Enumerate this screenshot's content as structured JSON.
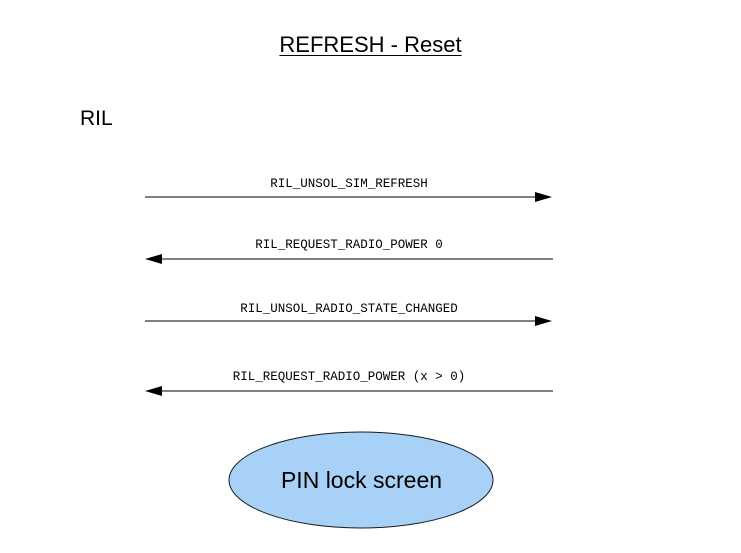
{
  "title": "REFRESH - Reset",
  "actor": "RIL",
  "messages": [
    {
      "label": "RIL_UNSOL_SIM_REFRESH",
      "direction": "right"
    },
    {
      "label": "RIL_REQUEST_RADIO_POWER 0",
      "direction": "left"
    },
    {
      "label": "RIL_UNSOL_RADIO_STATE_CHANGED",
      "direction": "right"
    },
    {
      "label": "RIL_REQUEST_RADIO_POWER (x > 0)",
      "direction": "left"
    }
  ],
  "state": {
    "label": "PIN lock screen"
  },
  "colors": {
    "ellipse_fill": "#a8d1f7",
    "ellipse_stroke": "#1a1a1a",
    "line": "#000000"
  }
}
